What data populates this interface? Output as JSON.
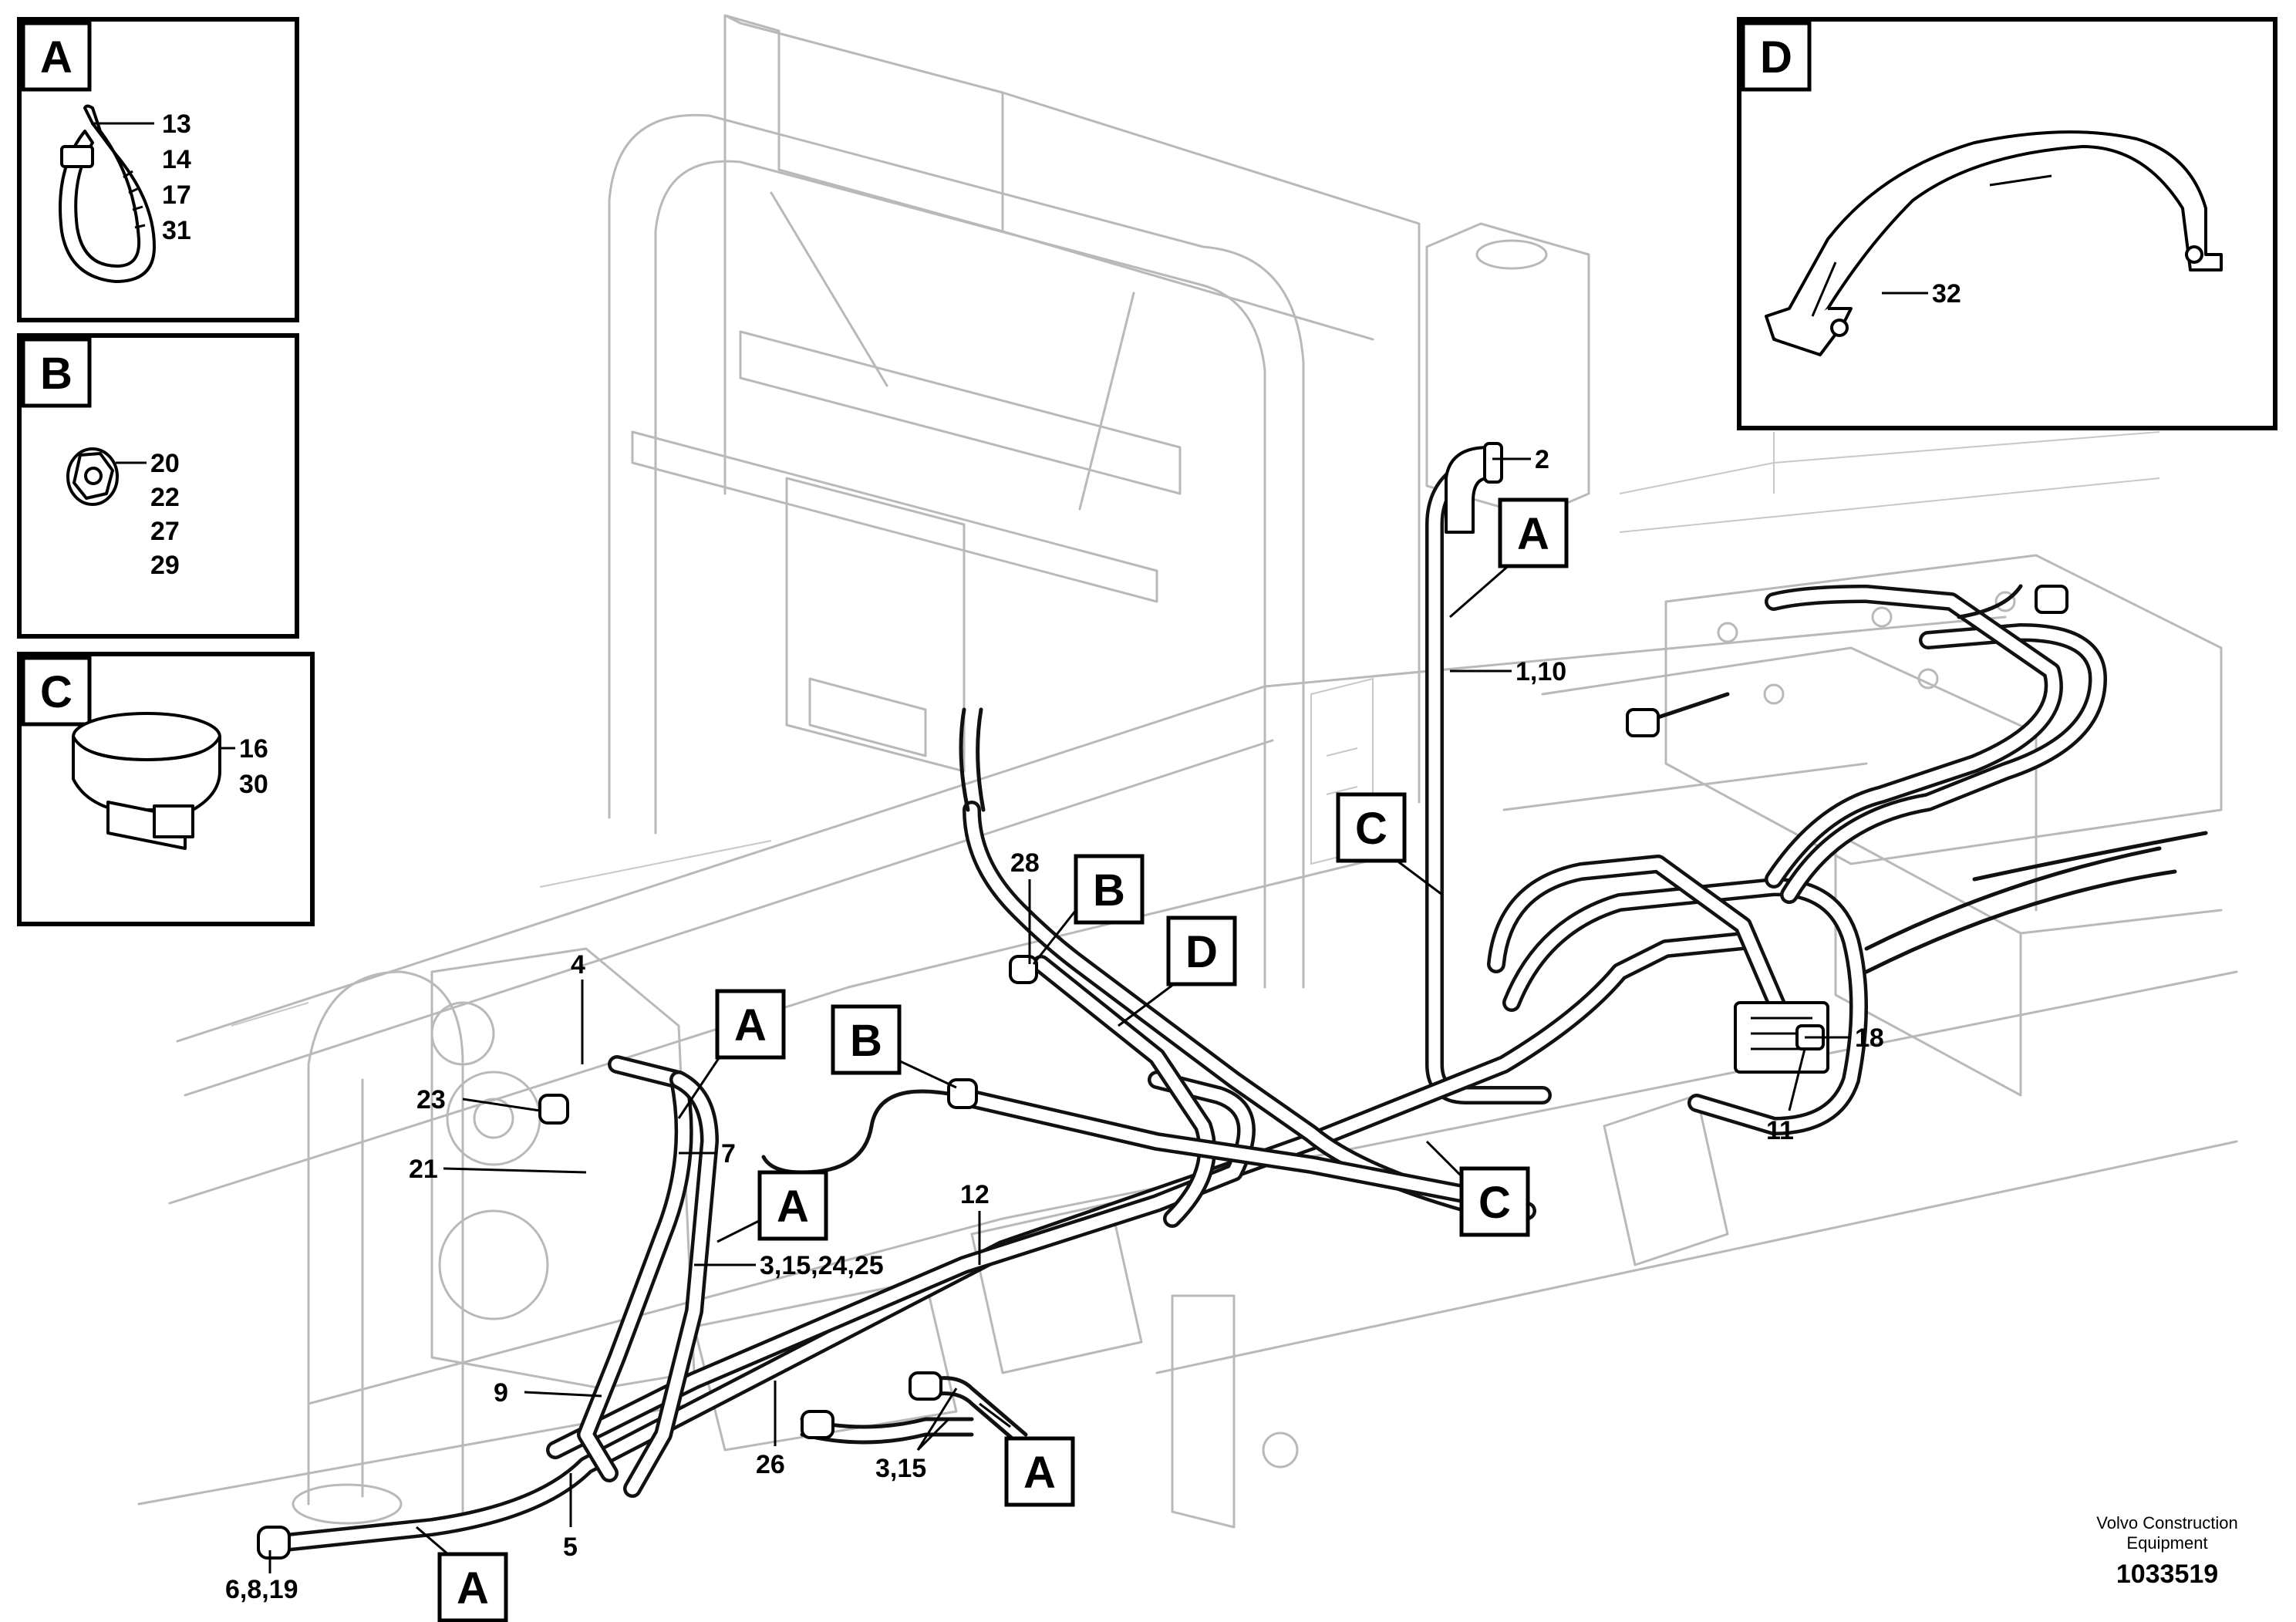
{
  "insets": [
    {
      "letter": "A",
      "parts": [
        "13",
        "14",
        "17",
        "31"
      ],
      "icon": "cable-tie-icon"
    },
    {
      "letter": "B",
      "parts": [
        "20",
        "22",
        "27",
        "29"
      ],
      "icon": "flange-nut-icon"
    },
    {
      "letter": "C",
      "parts": [
        "16",
        "30"
      ],
      "icon": "hose-clamp-icon"
    },
    {
      "letter": "D",
      "parts": [
        "32"
      ],
      "icon": "bracket-icon"
    }
  ],
  "callouts": {
    "c2": "2",
    "c1_10": "1,10",
    "c28": "28",
    "c4": "4",
    "c23": "23",
    "c21": "21",
    "c7": "7",
    "c3_15_24_25": "3,15,24,25",
    "c12": "12",
    "c9": "9",
    "c26": "26",
    "c3_15": "3,15",
    "c5": "5",
    "c6_8_19": "6,8,19",
    "c18": "18",
    "c11": "11"
  },
  "refs": {
    "a1": "A",
    "a2": "A",
    "a3": "A",
    "a4": "A",
    "a5": "A",
    "b1": "B",
    "b2": "B",
    "c1": "C",
    "c2": "C",
    "d1": "D"
  },
  "footer": {
    "company_line1": "Volvo Construction",
    "company_line2": "Equipment",
    "drawing_number": "1033519"
  }
}
